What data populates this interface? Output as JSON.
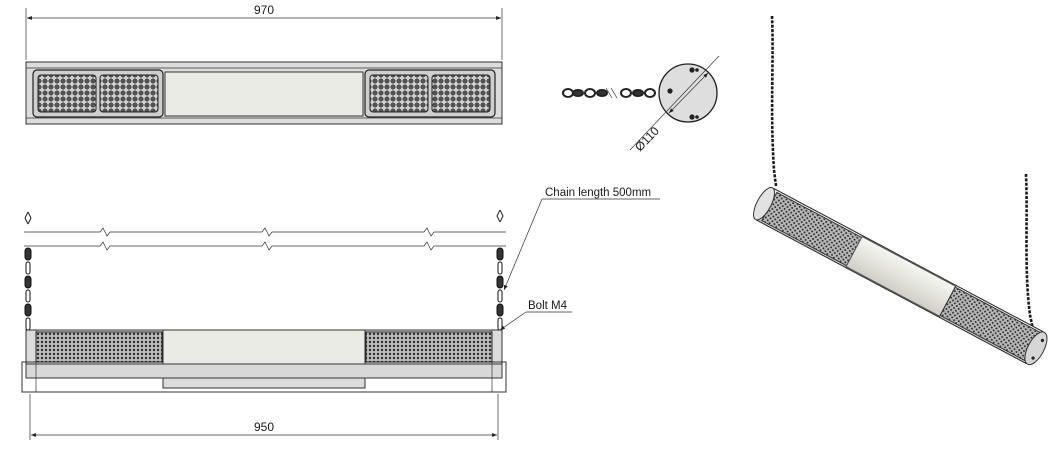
{
  "top_view": {
    "width_dim": "970"
  },
  "end_view": {
    "diameter_dim": "Ø110"
  },
  "side_view": {
    "length_dim": "950",
    "chain_callout": "Chain length 500mm",
    "bolt_callout": "Bolt M4"
  },
  "colors": {
    "line": "#222222",
    "body": "#dcdcdc",
    "tube": "#ebebe6",
    "perforation": "#3a3a3a"
  },
  "icons": [
    "chain-link-icon",
    "hex-pattern-icon",
    "perforation-pattern-icon"
  ]
}
